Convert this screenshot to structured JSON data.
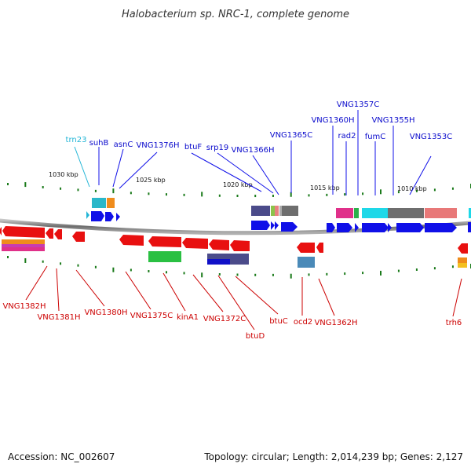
{
  "title": "Halobacterium sp. NRC-1, complete genome",
  "footer": {
    "accession": "Accession: NC_002607",
    "topology": "Topology: circular; Length: 2,014,239 bp; Genes: 2,127"
  },
  "colors": {
    "forward_gene": "#1010e8",
    "reverse_gene": "#e81010",
    "forward_label": "#0a0acc",
    "reverse_label": "#cc0000",
    "trn_label": "#22b5d6",
    "backbone": "#888888",
    "tick": "#1a7a1a"
  },
  "position_labels": [
    "1030 kbp",
    "1025 kbp",
    "1020 kbp",
    "1015 kbp",
    "1010 kbp"
  ],
  "forward_genes": [
    "trn23",
    "suhB",
    "asnC",
    "VNG1376H",
    "btuF",
    "srp19",
    "VNG1366H",
    "VNG1365C",
    "VNG1360H",
    "rad2",
    "VNG1357C",
    "fumC",
    "VNG1355H",
    "VNG1353C"
  ],
  "reverse_genes": [
    "VNG1382H",
    "VNG1381H",
    "VNG1380H",
    "VNG1375C",
    "kinA1",
    "VNG1372C",
    "btuD",
    "btuC",
    "ocd2",
    "VNG1362H",
    "trh6"
  ]
}
